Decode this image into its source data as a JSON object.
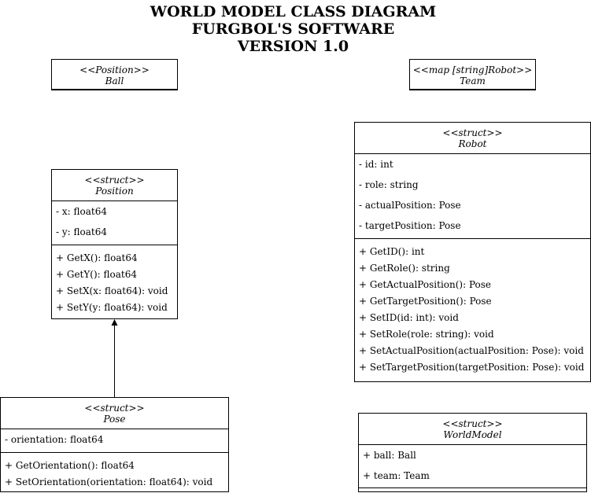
{
  "title": {
    "line1": "WORLD MODEL CLASS DIAGRAM",
    "line2": "FURGBOL'S SOFTWARE",
    "line3": "VERSION 1.0"
  },
  "classes": {
    "ball": {
      "stereotype": "<<Position>>",
      "name": "Ball"
    },
    "team": {
      "stereotype": "<<map [string]Robot>>",
      "name": "Team"
    },
    "position": {
      "stereotype": "<<struct>>",
      "name": "Position",
      "attributes": [
        "- x: float64",
        "- y: float64"
      ],
      "operations": [
        "+ GetX(): float64",
        "+ GetY(): float64",
        "+ SetX(x: float64): void",
        "+ SetY(y: float64): void"
      ]
    },
    "robot": {
      "stereotype": "<<struct>>",
      "name": "Robot",
      "attributes": [
        "- id: int",
        "- role: string",
        "- actualPosition: Pose",
        "- targetPosition: Pose"
      ],
      "operations": [
        "+ GetID(): int",
        "+ GetRole(): string",
        "+ GetActualPosition(): Pose",
        "+ GetTargetPosition(): Pose",
        "+ SetID(id: int): void",
        "+ SetRole(role: string): void",
        "+ SetActualPosition(actualPosition: Pose): void",
        "+ SetTargetPosition(targetPosition: Pose): void"
      ]
    },
    "pose": {
      "stereotype": "<<struct>>",
      "name": "Pose",
      "attributes": [
        "- orientation: float64"
      ],
      "operations": [
        "+ GetOrientation(): float64",
        "+ SetOrientation(orientation: float64): void"
      ]
    },
    "worldmodel": {
      "stereotype": "<<struct>>",
      "name": "WorldModel",
      "attributes": [
        "+ ball: Ball",
        "+ team: Team"
      ]
    }
  }
}
